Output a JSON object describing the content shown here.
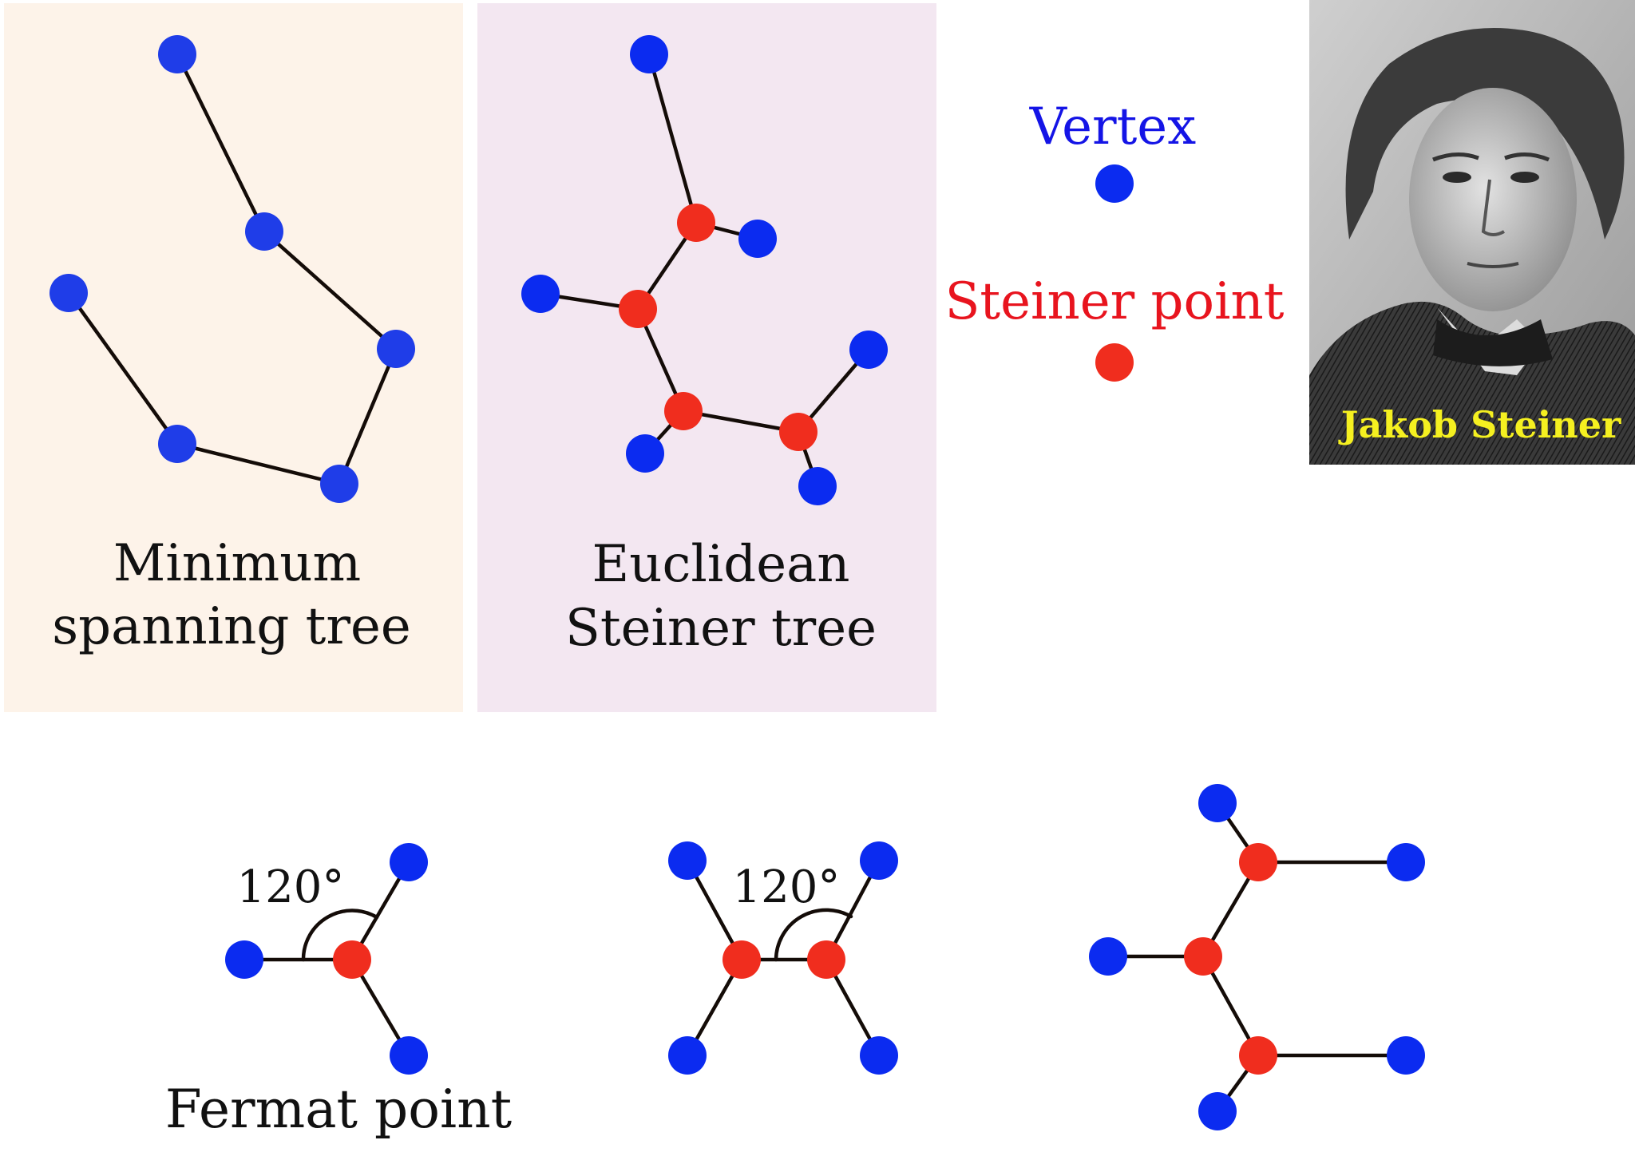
{
  "colors": {
    "vertex": "#0b2bf0",
    "steiner": "#f02d1e",
    "edge": "#140c08",
    "mst_panel_bg": "#fdf3e9",
    "steiner_panel_bg": "#f3e7f1",
    "vertex_label": "#1414e6",
    "steiner_label": "#e8141e",
    "portrait_caption": "#f5f020"
  },
  "captions": {
    "mst_line1": "Minimum",
    "mst_line2": "spanning tree",
    "est_line1": "Euclidean",
    "est_line2": "Steiner tree",
    "fermat": "Fermat point",
    "angle_1": "120°",
    "angle_2": "120°"
  },
  "legend": {
    "vertex": "Vertex",
    "steiner": "Steiner point"
  },
  "portrait": {
    "caption": "Jakob Steiner"
  }
}
